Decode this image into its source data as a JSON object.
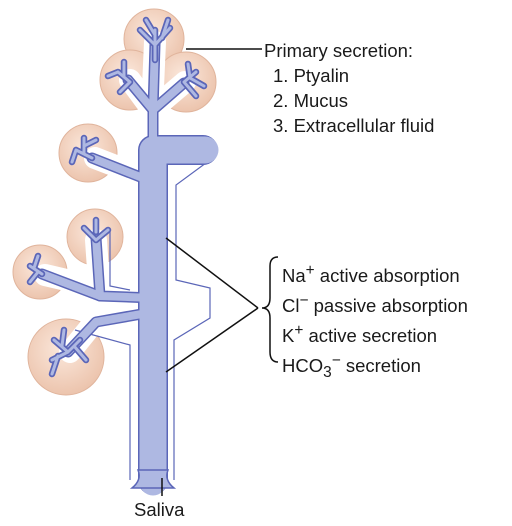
{
  "primary_secretion": {
    "title": "Primary secretion:",
    "items": [
      "1. Ptyalin",
      "2. Mucus",
      "3. Extracellular fluid"
    ]
  },
  "duct_transport": {
    "na": {
      "ion": "Na",
      "charge": "+",
      "text": " active absorption"
    },
    "cl": {
      "ion": "Cl",
      "charge": "−",
      "text": " passive absorption"
    },
    "k": {
      "ion": "K",
      "charge": "+",
      "text": " active secretion"
    },
    "hco3": {
      "ion": "HCO",
      "sub": "3",
      "charge": "−",
      "text": " secretion"
    }
  },
  "output": {
    "label": "Saliva"
  },
  "colors": {
    "duct_fill": "#aeb8e2",
    "duct_outline": "#5b66b8",
    "acinus_fill": "#f3d2bf",
    "acinus_edge": "#e0b49c",
    "line": "#111111"
  }
}
